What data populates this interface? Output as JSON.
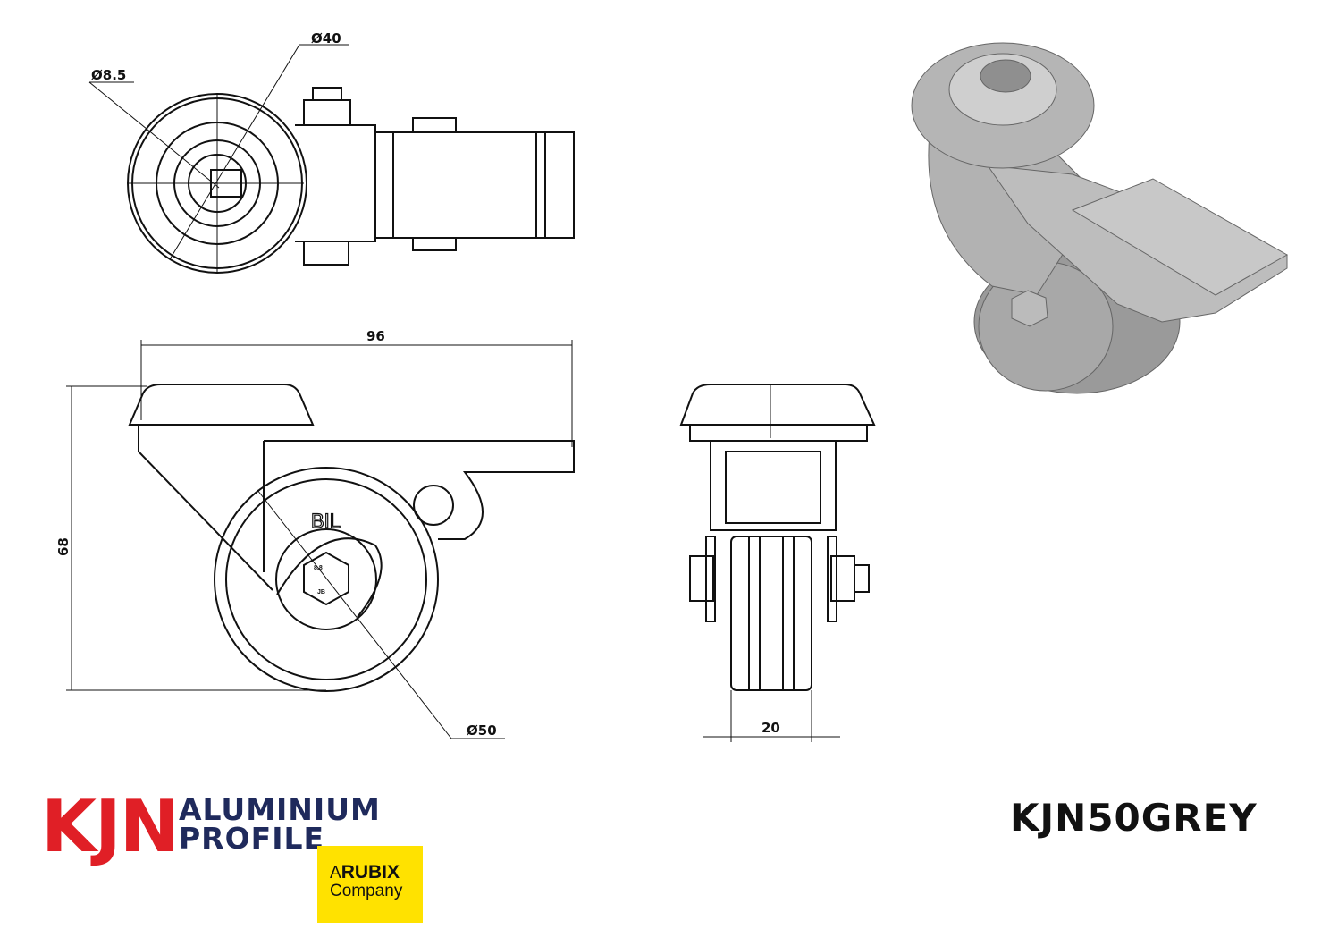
{
  "drawing": {
    "top_view": {
      "dia_outer_label": "Ø40",
      "dia_bore_label": "Ø8.5"
    },
    "side_view": {
      "width_label": "96",
      "height_label": "68",
      "wheel_dia_label": "Ø50",
      "brand_mark": "BIL",
      "bolt_marks": [
        "8.8",
        "JB"
      ]
    },
    "front_view": {
      "wheel_width_label": "20"
    }
  },
  "part_number": "KJN50GREY",
  "logo": {
    "brand": "KJN",
    "line1": "ALUMINIUM",
    "line2": "PROFILE",
    "badge_a": "A",
    "badge_rubix": "RUBIX",
    "badge_company": "Company"
  },
  "colors": {
    "brand_red": "#e01f26",
    "brand_navy": "#1f2a5c",
    "badge_yellow": "#ffe200",
    "render_grey": "#a9a9a9"
  }
}
